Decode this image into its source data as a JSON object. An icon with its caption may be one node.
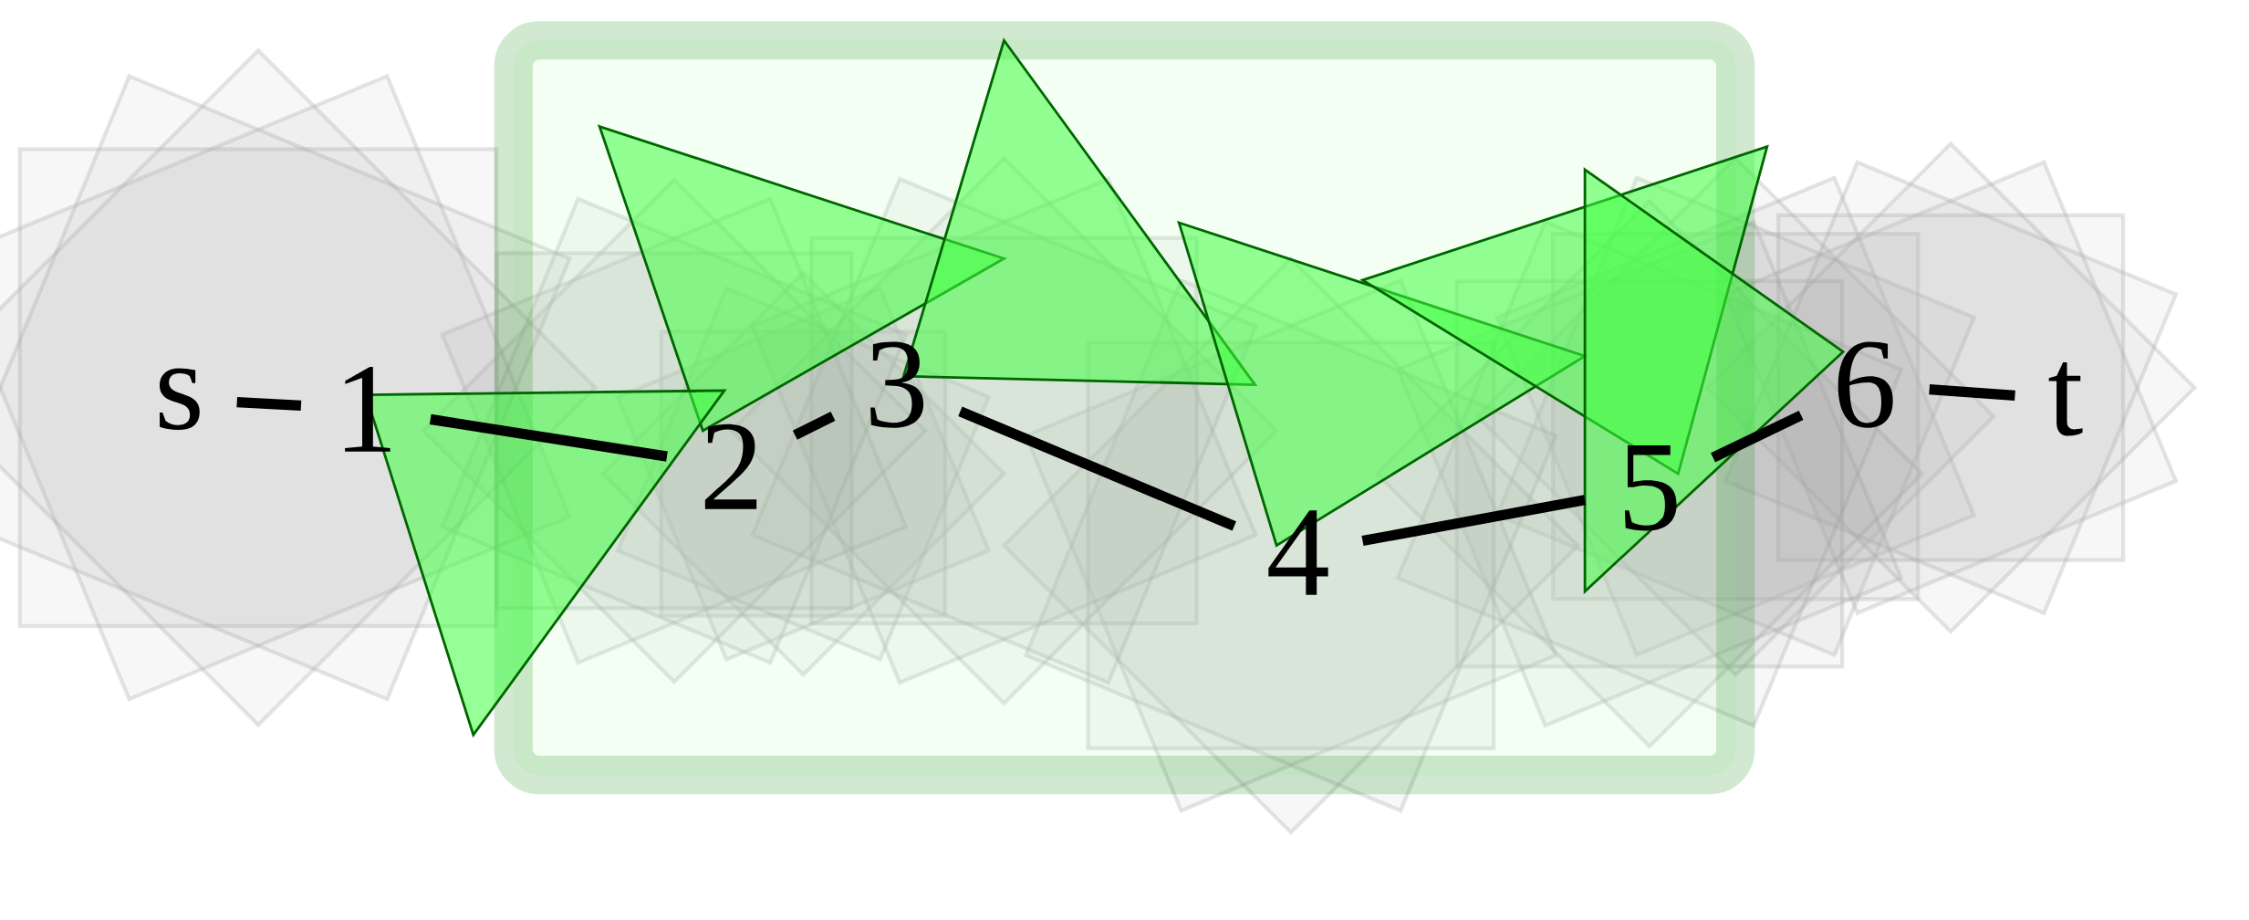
{
  "diagram": {
    "nodes": [
      {
        "text": [
          "s"
        ]
      },
      {
        "text": [
          "1"
        ]
      },
      {
        "text": [
          "2"
        ]
      },
      {
        "text": [
          "3"
        ]
      },
      {
        "text": [
          "4"
        ]
      },
      {
        "text": [
          "5"
        ]
      },
      {
        "text": [
          "6"
        ]
      },
      {
        "text": [
          "t"
        ]
      }
    ],
    "edges": [
      {
        "from": 0,
        "to": 1,
        "arrow": "none"
      },
      {
        "from": 1,
        "to": 2,
        "arrow": "none"
      },
      {
        "from": 2,
        "to": 3,
        "arrow": "none"
      },
      {
        "from": 3,
        "to": 4,
        "arrow": "none"
      },
      {
        "from": 4,
        "to": 5,
        "arrow": "none"
      },
      {
        "from": 5,
        "to": 6,
        "arrow": "none"
      },
      {
        "from": 6,
        "to": 7,
        "arrow": "none"
      }
    ]
  }
}
